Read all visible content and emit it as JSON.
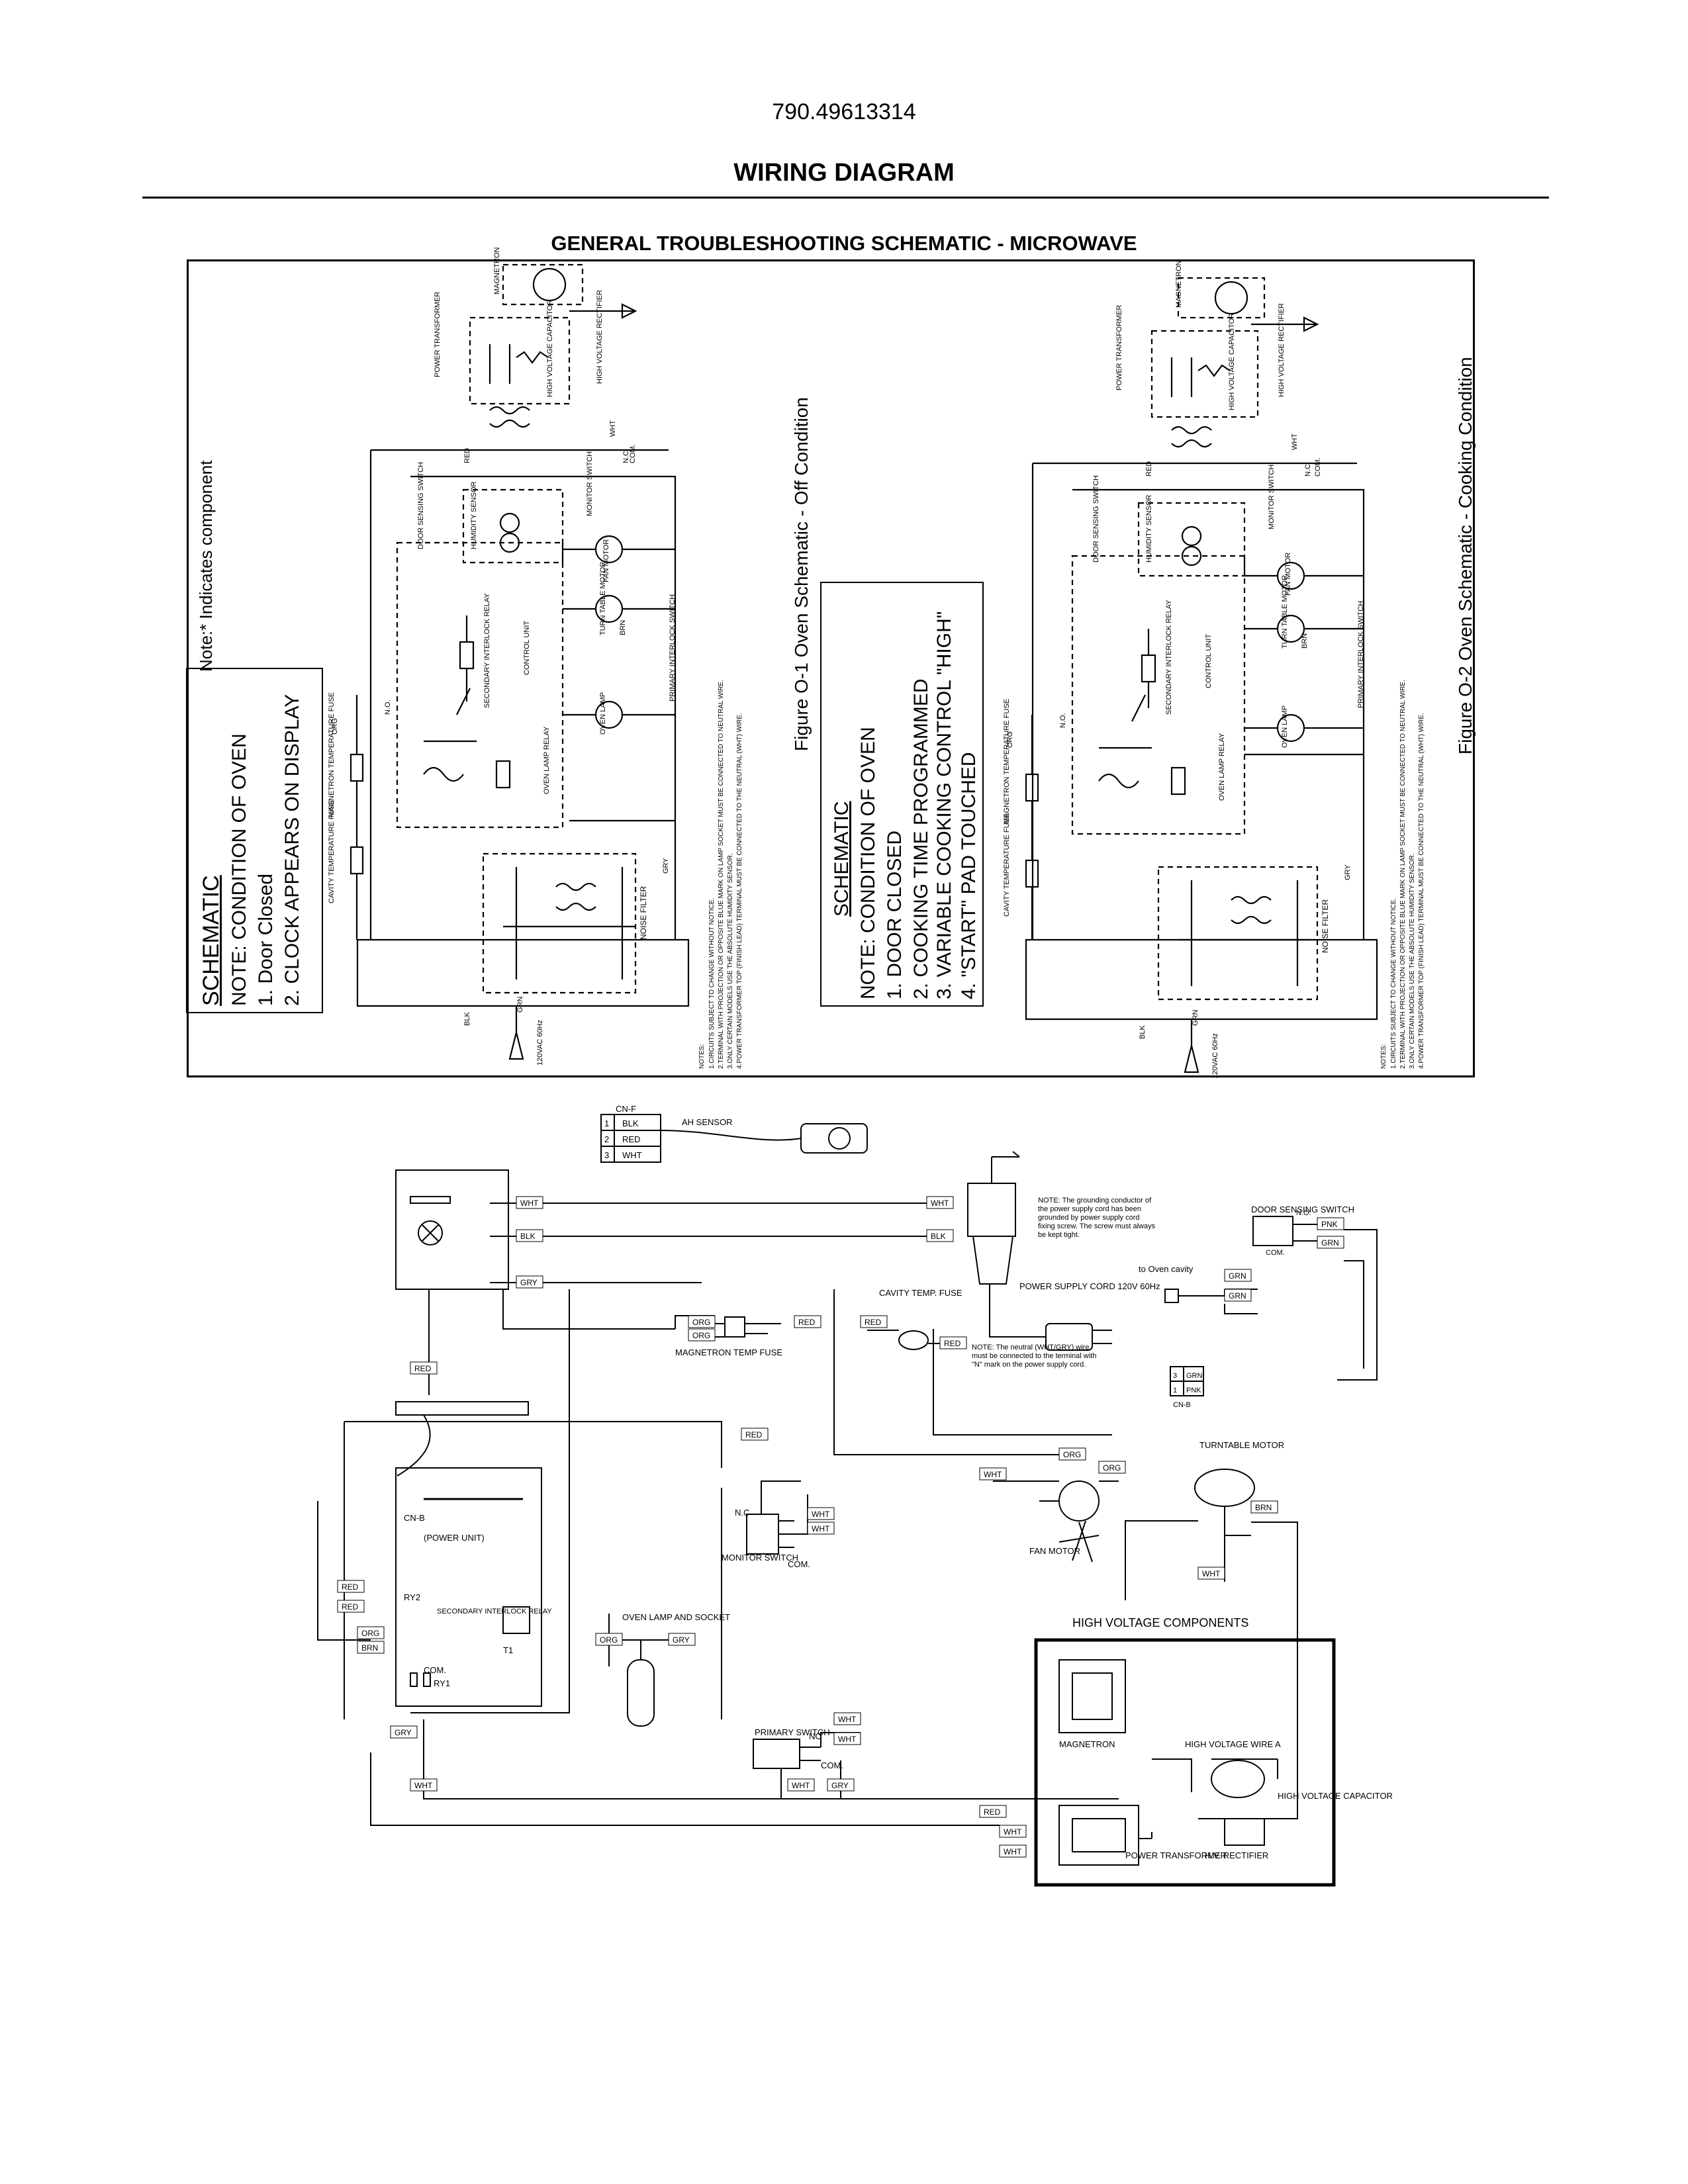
{
  "header": {
    "part_number": "790.49613314",
    "title": "WIRING DIAGRAM"
  },
  "schematic": {
    "title": "GENERAL TROUBLESHOOTING SCHEMATIC - MICROWAVE",
    "note_indicates": "Note:* Indicates component",
    "off": {
      "box_heading": "SCHEMATIC",
      "box_lines": [
        "NOTE: CONDITION OF OVEN",
        "1. Door Closed",
        "2. CLOCK APPEARS ON DISPLAY"
      ],
      "caption": "Figure O-1 Oven Schematic - Off  Condition"
    },
    "cooking": {
      "box_heading": "SCHEMATIC",
      "box_lines": [
        "NOTE: CONDITION OF OVEN",
        "1. DOOR CLOSED",
        "2. COOKING TIME PROGRAMMED",
        "3. VARIABLE COOKING CONTROL \"HIGH\"",
        "4. \"START\" PAD TOUCHED"
      ],
      "caption": "Figure O-2 Oven Schematic - Cooking Condition"
    },
    "component_labels": [
      "MAGNETRON",
      "POWER TRANSFORMER",
      "HIGH VOLTAGE CAPACITOR",
      "HIGH VOLTAGE RECTIFIER",
      "MONITOR SWITCH",
      "FAN MOTOR",
      "TURN TABLE MOTOR",
      "OVEN LAMP",
      "PRIMARY INTERLOCK SWITCH",
      "SECONDARY INTERLOCK RELAY",
      "OVEN LAMP RELAY",
      "CONTROL UNIT",
      "DOOR SENSING SWITCH",
      "HUMIDITY SENSOR",
      "MAGNETRON TEMPERATURE FUSE",
      "CAVITY TEMPERATURE FUSE",
      "NOISE FILTER",
      "120VAC 60Hz"
    ],
    "wire_labels": [
      "RED",
      "WHT",
      "ORG",
      "BRN",
      "GRY",
      "BLK",
      "GRN",
      "N.C.",
      "N.O.",
      "COM."
    ],
    "notes": [
      "NOTES:",
      "1.CIRCUITS SUBJECT TO CHANGE WITHOUT NOTICE.",
      "2.TERMINAL WITH PROJECTION OR OPPOSITE BLUE MARK ON LAMP SOCKET MUST BE CONNECTED TO NEUTRAL WIRE.",
      "3.ONLY CERTAIN MODELS USE THE ABSOLUTE HUMIDITY SENSOR.",
      "4.POWER TRANSFORMER TOP (FINISH LEAD) TERMINAL MUST BE CONNECTED TO THE NEUTRAL (WHT) WIRE."
    ]
  },
  "wiring": {
    "cnf": {
      "title": "CN-F",
      "pins": [
        "1",
        "2",
        "3"
      ],
      "colors": [
        "BLK",
        "RED",
        "WHT"
      ],
      "sensor": "AH SENSOR"
    },
    "cnb_right": {
      "pins": [
        "3",
        "1"
      ],
      "colors": [
        "GRN",
        "PNK"
      ],
      "label": "CN-B"
    },
    "labels": {
      "magnetron_temp_fuse": "MAGNETRON TEMP FUSE",
      "cavity_temp_fuse": "CAVITY TEMP. FUSE",
      "power_supply_cord": "POWER SUPPLY CORD 120V 60Hz",
      "door_sensing_switch": "DOOR SENSING SWITCH",
      "to_oven_cavity": "to Oven cavity",
      "turntable_motor": "TURNTABLE MOTOR",
      "fan_motor": "FAN MOTOR",
      "monitor_switch": "MONITOR SWITCH",
      "oven_lamp_socket": "OVEN LAMP AND SOCKET",
      "primary_switch": "PRIMARY SWITCH",
      "hv_components": "HIGH VOLTAGE COMPONENTS",
      "magnetron": "MAGNETRON",
      "hv_wire_a": "HIGH VOLTAGE WIRE A",
      "hv_capacitor": "HIGH VOLTAGE CAPACITOR",
      "power_transformer": "POWER TRANSFORMER",
      "hv_rectifier": "H.V. RECTIFIER",
      "power_unit": "(POWER UNIT)",
      "cnb": "CN-B",
      "secondary_relay": "SECONDARY INTERLOCK RELAY",
      "t1": "T1",
      "ry1": "RY1",
      "ry2": "RY2",
      "com": "COM.",
      "nc": "N.C",
      "no": "N.O.",
      "no_short": "NO"
    },
    "note_grounding": "NOTE: The grounding conductor of the power supply cord has been grounded by power supply cord fixing screw. The screw must always be kept tight.",
    "note_neutral": "NOTE: The neutral (WHT/GRY) wire must be connected to the terminal with \"N\" mark on the power supply cord."
  },
  "colors": {
    "ink": "#000000",
    "paper": "#ffffff"
  }
}
